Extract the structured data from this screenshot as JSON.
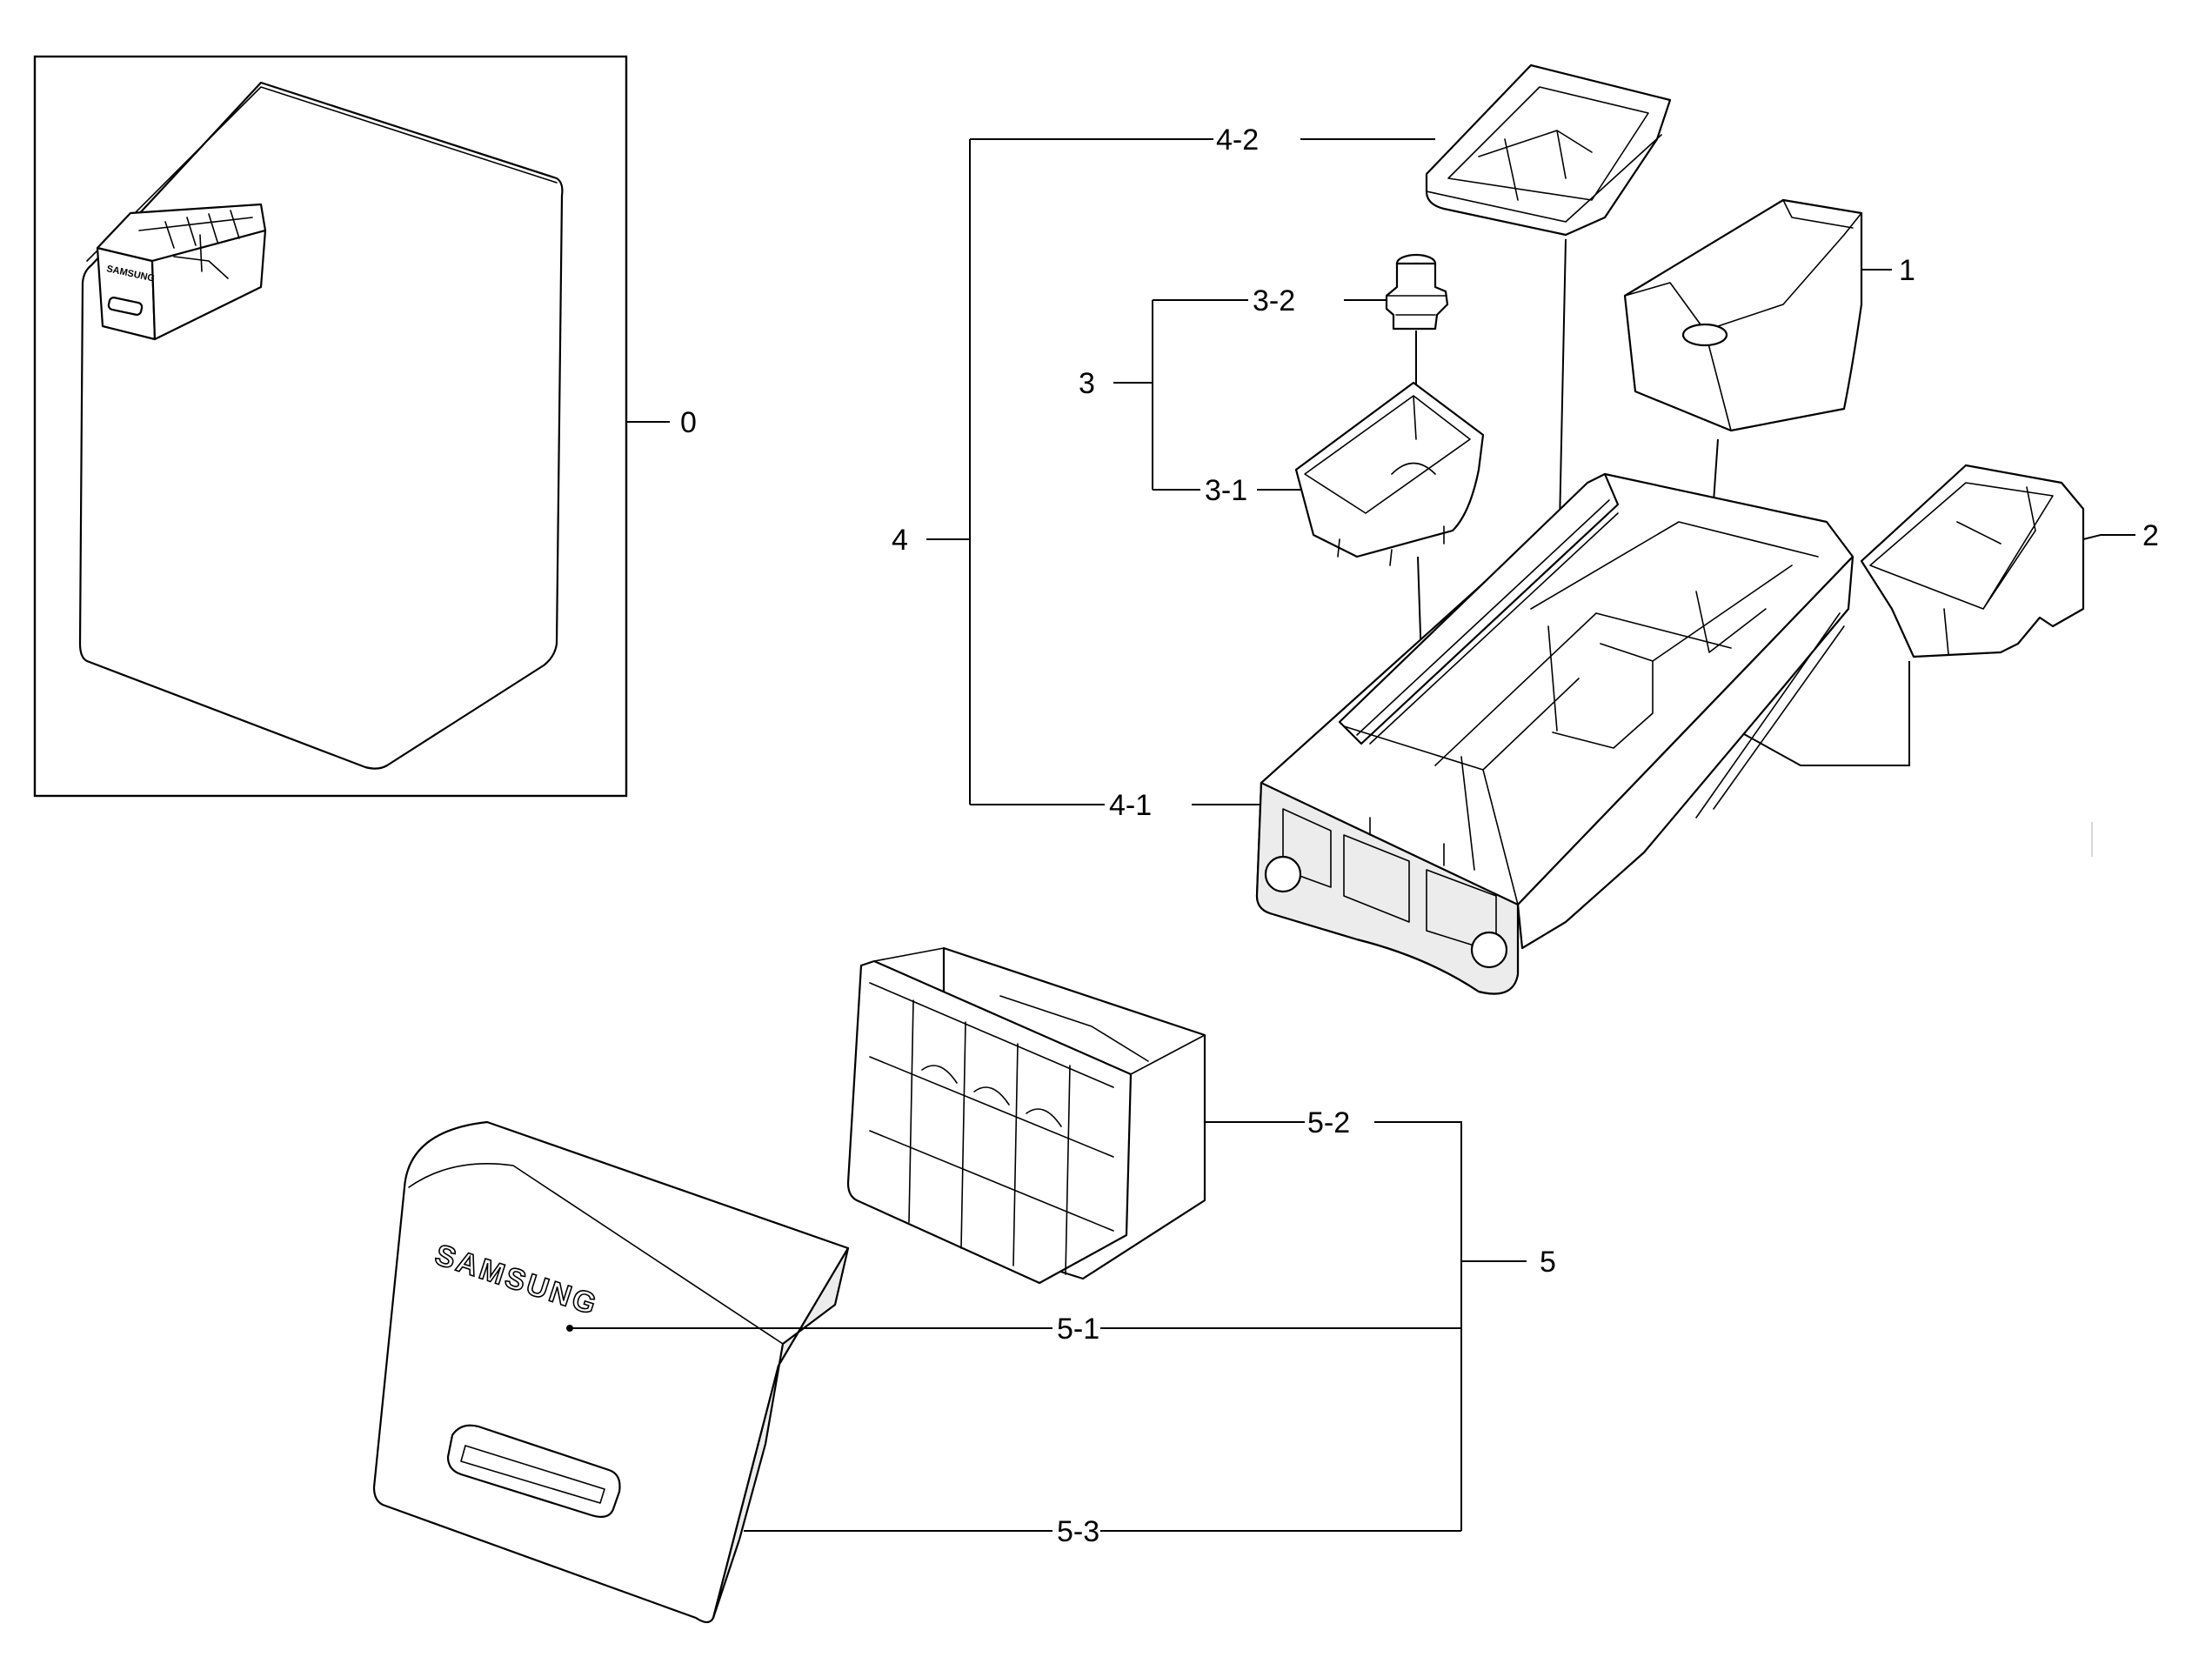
{
  "diagram": {
    "labels": {
      "l0": "0",
      "l1": "1",
      "l2": "2",
      "l3": "3",
      "l3_1": "3-1",
      "l3_2": "3-2",
      "l4": "4",
      "l4_1": "4-1",
      "l4_2": "4-2",
      "l5": "5",
      "l5_1": "5-1",
      "l5_2": "5-2",
      "l5_3": "5-3"
    },
    "brand": "SAMSUNG"
  },
  "colors": {
    "line": "#000000",
    "background": "#ffffff",
    "shade": "#ececec"
  }
}
